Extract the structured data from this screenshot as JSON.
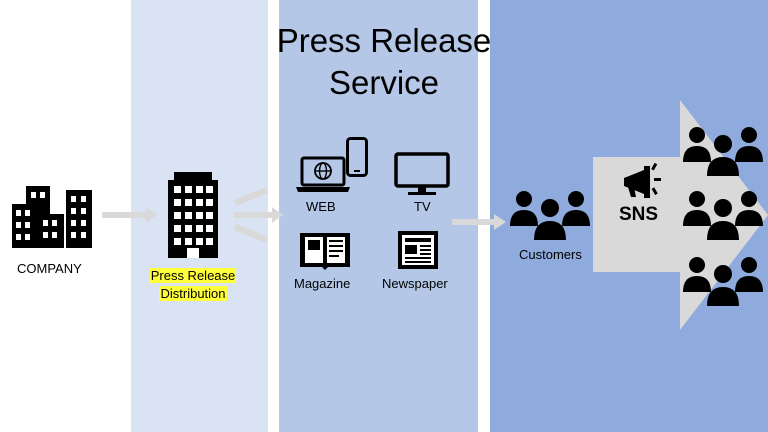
{
  "title_line1": "Press Release",
  "title_line2": "Service",
  "labels": {
    "company": "COMPANY",
    "distribution_line1": "Press Release",
    "distribution_line2": "Distribution",
    "web": "WEB",
    "tv": "TV",
    "magazine": "Magazine",
    "newspaper": "Newspaper",
    "customers": "Customers",
    "sns": "SNS"
  },
  "colors": {
    "band_light": "#dae3f3",
    "band_mid": "#b4c7e7",
    "band_dark": "#8faadc",
    "highlight": "#ffff3a",
    "connector": "#d9d9d9"
  },
  "icons": [
    "company-buildings-icon",
    "distribution-building-icon",
    "laptop-globe-icon",
    "smartphone-icon",
    "tv-icon",
    "magazine-icon",
    "newspaper-icon",
    "customers-group-icon",
    "megaphone-icon",
    "people-group-icon"
  ]
}
